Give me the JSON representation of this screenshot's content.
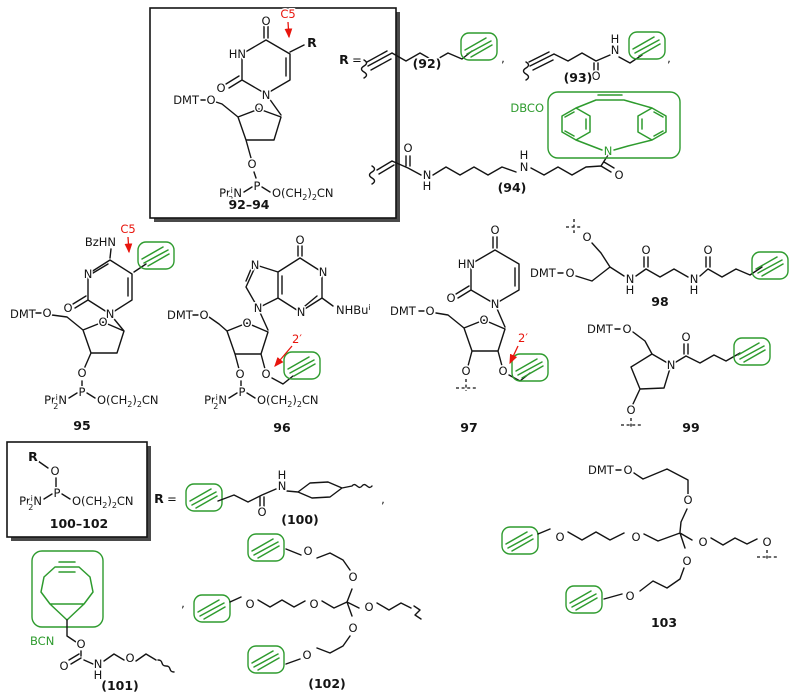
{
  "palette": {
    "highlight_green": "#2e9b2e",
    "annotation_red": "#e8150d",
    "bond_black": "#141414"
  },
  "atoms": {
    "dmt": "DMT",
    "o": "O",
    "n": "N",
    "h": "H",
    "hn": "HN",
    "p": "P",
    "r": "R",
    "eq": "=",
    "comma": ",",
    "pr": "Pr",
    "iso": "i",
    "sub2": "2",
    "cyano_a": "O(CH",
    "cyano_b": ")",
    "cyano_c": "CN",
    "bzhn": "BzHN",
    "nhbu": "NHBu"
  },
  "annotations": {
    "c5": "C5",
    "two_prime": "2′",
    "dbco": "DBCO",
    "bcn": "BCN"
  },
  "compounds": {
    "group1": "92–94",
    "c92": "(92)",
    "c93": "(93)",
    "c94": "(94)",
    "c95": "95",
    "c96": "96",
    "c97": "97",
    "c98": "98",
    "c99": "99",
    "group2": "100–102",
    "c100": "(100)",
    "c101": "(101)",
    "c102": "(102)",
    "c103": "103"
  }
}
